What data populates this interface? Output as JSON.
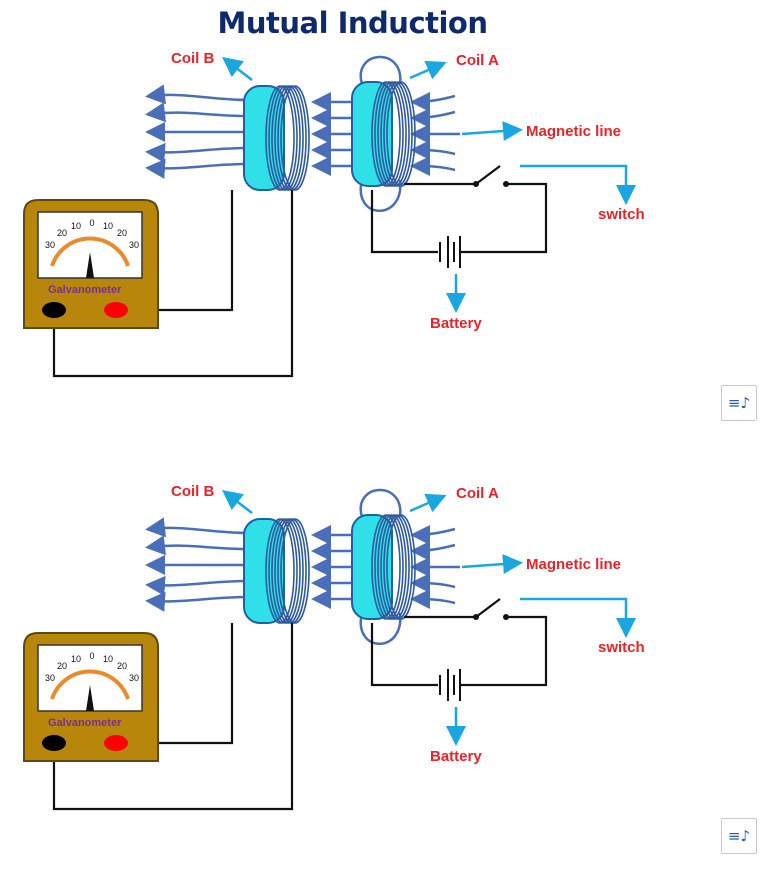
{
  "title": "Mutual Induction",
  "colors": {
    "title": "#0f2a6b",
    "labels": "#e8232a",
    "coil": "#2fe0e8",
    "field_lines": "#4a6fb8",
    "pointer_arrows": "#1aa7e0",
    "meter_body": "#b8860b"
  },
  "panels": [
    {
      "labels": {
        "coil_b": "Coil B",
        "coil_a": "Coil A",
        "magnetic_line": "Magnetic line",
        "switch": "switch",
        "battery": "Battery"
      },
      "galvanometer": {
        "label": "Galvanometer",
        "scale": [
          "30",
          "20",
          "10",
          "0",
          "10",
          "20",
          "30"
        ]
      },
      "speaker_button": {
        "icon": "audio-note-icon",
        "glyph": "≡♪"
      }
    },
    {
      "labels": {
        "coil_b": "Coil B",
        "coil_a": "Coil A",
        "magnetic_line": "Magnetic line",
        "switch": "switch",
        "battery": "Battery"
      },
      "galvanometer": {
        "label": "Galvanometer",
        "scale": [
          "30",
          "20",
          "10",
          "0",
          "10",
          "20",
          "30"
        ]
      },
      "speaker_button": {
        "icon": "audio-note-icon",
        "glyph": "≡♪"
      }
    }
  ]
}
